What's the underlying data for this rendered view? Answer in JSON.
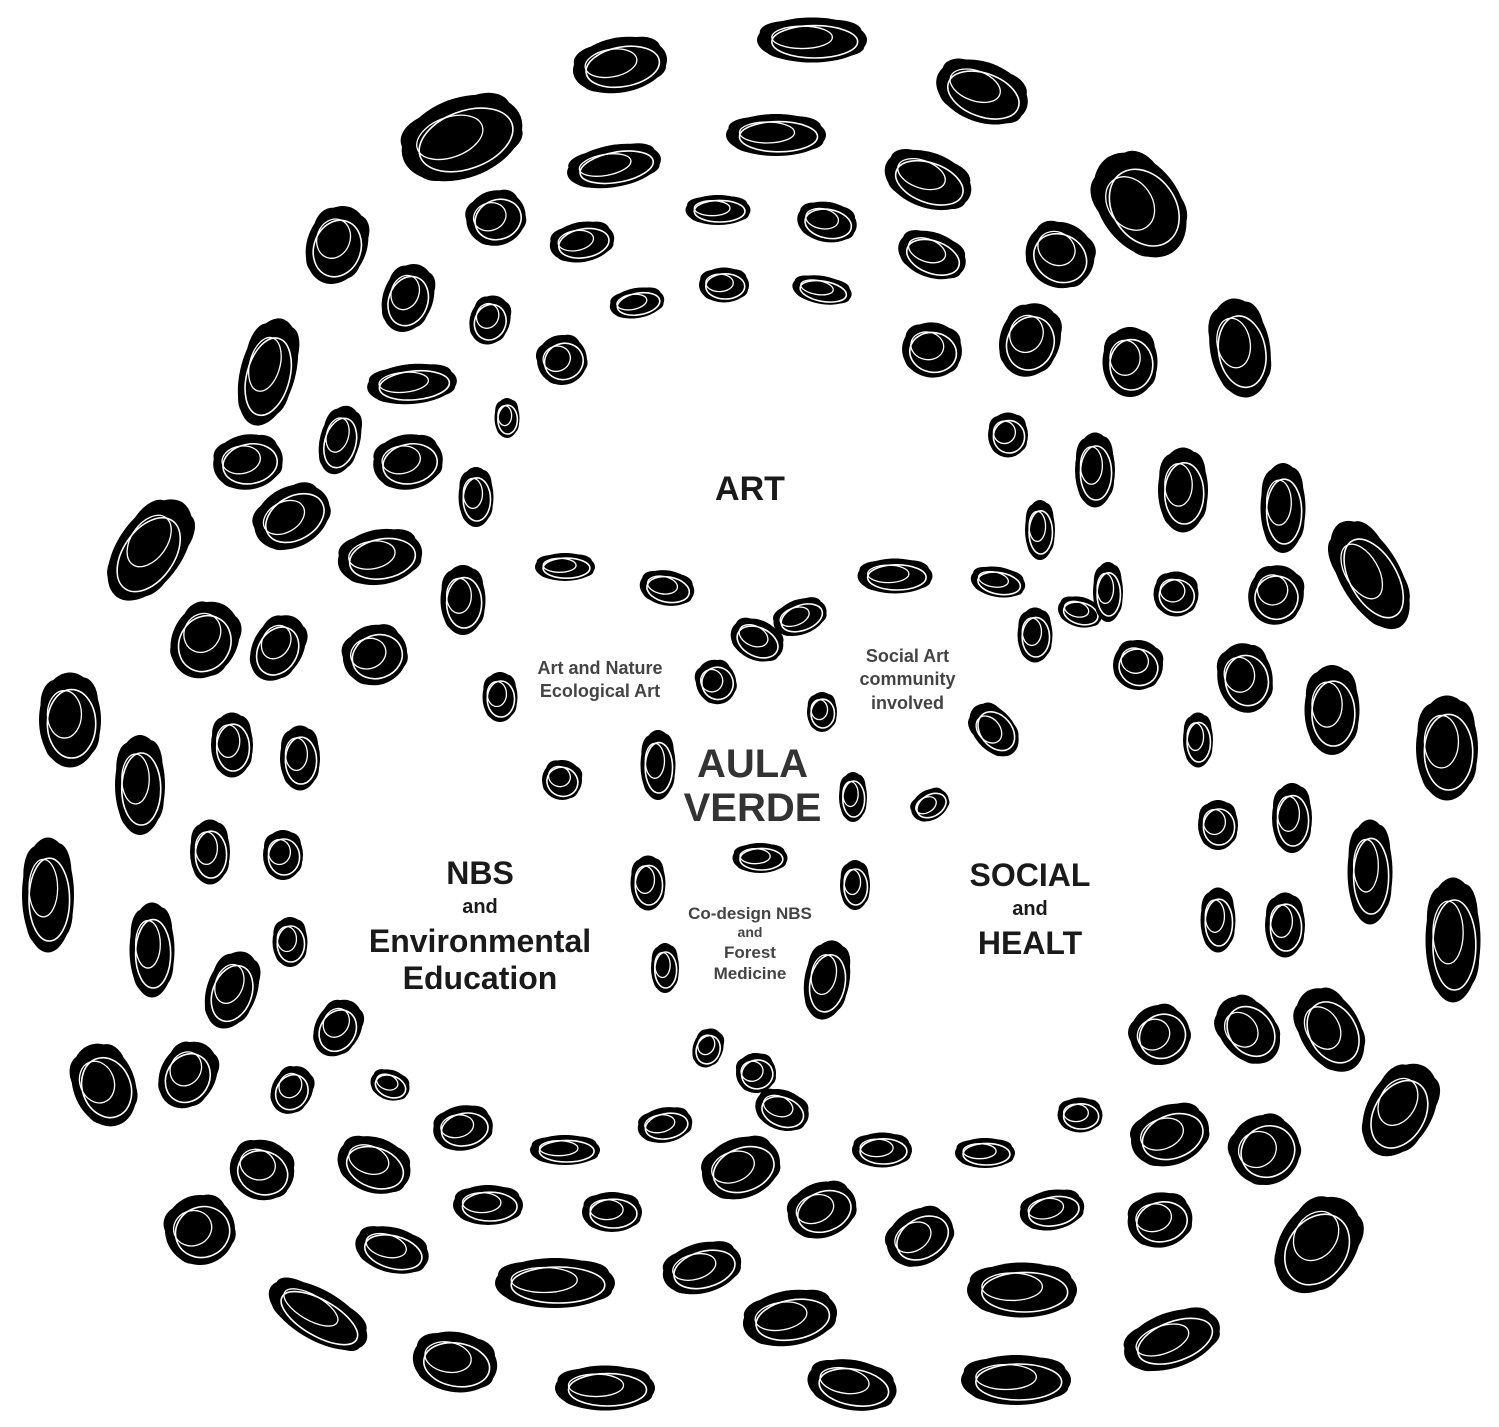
{
  "colors": {
    "background": "#ffffff",
    "blob_fill": "#000000",
    "blob_outline": "#ffffff",
    "text": "#1a1a1a"
  },
  "icons": {
    "blob": "leaf-cluster-icon"
  },
  "center": {
    "line1": "AULA",
    "line2": "VERDE"
  },
  "sectors": {
    "art": {
      "title": "ART"
    },
    "nbs": {
      "title": "NBS",
      "connector": "and",
      "line2": "Environmental",
      "line3": "Education"
    },
    "social": {
      "title": "SOCIAL",
      "connector": "and",
      "line2": "HEALT"
    }
  },
  "inner_labels": {
    "art_nature": {
      "line1": "Art and Nature",
      "line2": "Ecological Art"
    },
    "social_art": {
      "line1": "Social Art",
      "line2": "community",
      "line3": "involved"
    },
    "codesign": {
      "line1": "Co-design NBS",
      "line2": "and",
      "line3": "Forest",
      "line4": "Medicine"
    }
  }
}
